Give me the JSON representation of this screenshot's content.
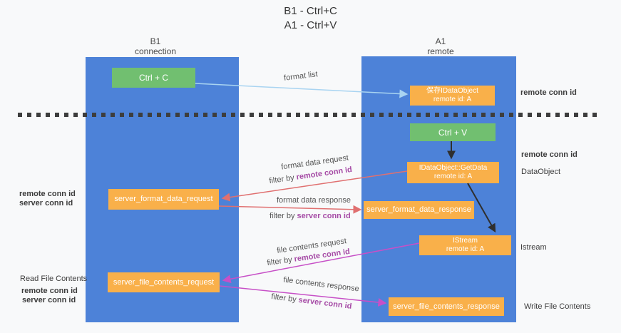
{
  "title": {
    "line1": "B1 - Ctrl+C",
    "line2": "A1 - Ctrl+V"
  },
  "columns": {
    "left": {
      "name": "B1",
      "sub": "connection"
    },
    "right": {
      "name": "A1",
      "sub": "remote"
    }
  },
  "nodes": {
    "ctrl_c": "Ctrl + C",
    "ctrl_v": "Ctrl + V",
    "save_dataobject": {
      "line1": "保存IDataObject",
      "line2": "remote id: A"
    },
    "getdata": {
      "line1": "IDataObject::GetData",
      "line2": "remote id: A"
    },
    "istream": {
      "line1": "IStream",
      "line2": "remote id: A"
    },
    "format_request": "server_format_data_request",
    "format_response": "server_format_data_response",
    "file_request": "server_file_contents_request",
    "file_response": "server_file_contents_response"
  },
  "flow_labels": {
    "format_list": "format list",
    "format_request_text": "format data request",
    "format_request_filter_prefix": "filter by ",
    "format_request_filter_key": "remote conn id",
    "format_response_text": "format data response",
    "format_response_filter_prefix": "filter by ",
    "format_response_filter_key": "server conn id",
    "file_request_text": "file contents request",
    "file_request_filter_prefix": "filter by ",
    "file_request_filter_key": "remote conn id",
    "file_response_text": "file contents response",
    "file_response_filter_prefix": "filter by ",
    "file_response_filter_key": "server conn id"
  },
  "right_annotations": {
    "remote_conn_top": "remote conn id",
    "remote_conn_mid": "remote conn id",
    "dataobject": "DataObject",
    "istream": "Istream",
    "write_file": "Write File Contents"
  },
  "left_annotations": {
    "remote_conn_format": "remote conn id",
    "server_conn_format": "server conn id",
    "read_file": "Read File Contents",
    "remote_conn_file": "remote conn id",
    "server_conn_file": "server conn id"
  },
  "colors": {
    "column_blue": "#4d82d8",
    "box_green": "#71bf70",
    "box_orange": "#f9b04a",
    "text_purple": "#a64ca6",
    "text_green": "#5cb85c",
    "arrow_blue": "#a9d4f1",
    "arrow_red": "#e07070",
    "arrow_magenta": "#c750c7",
    "arrow_black": "#2f2f2f"
  }
}
